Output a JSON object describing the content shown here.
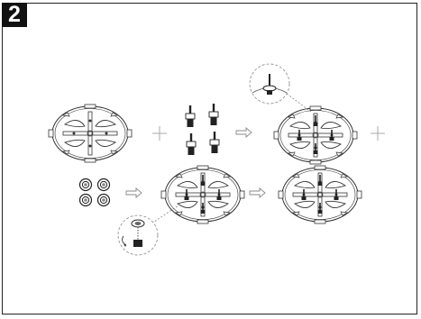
{
  "step": {
    "number": "2"
  },
  "colors": {
    "line": "#333333",
    "badge": "#111111",
    "arrow": "#aaaaaa"
  },
  "assembly": {
    "row1": [
      "mounting-plate",
      "plus-sign",
      "screw-set-x4",
      "arrow-right",
      "plate-with-screws",
      "plus-sign"
    ],
    "row2": [
      "nut-set-x4",
      "arrow-right",
      "plate-with-screws-and-nuts",
      "arrow-right",
      "completed-plate"
    ]
  }
}
